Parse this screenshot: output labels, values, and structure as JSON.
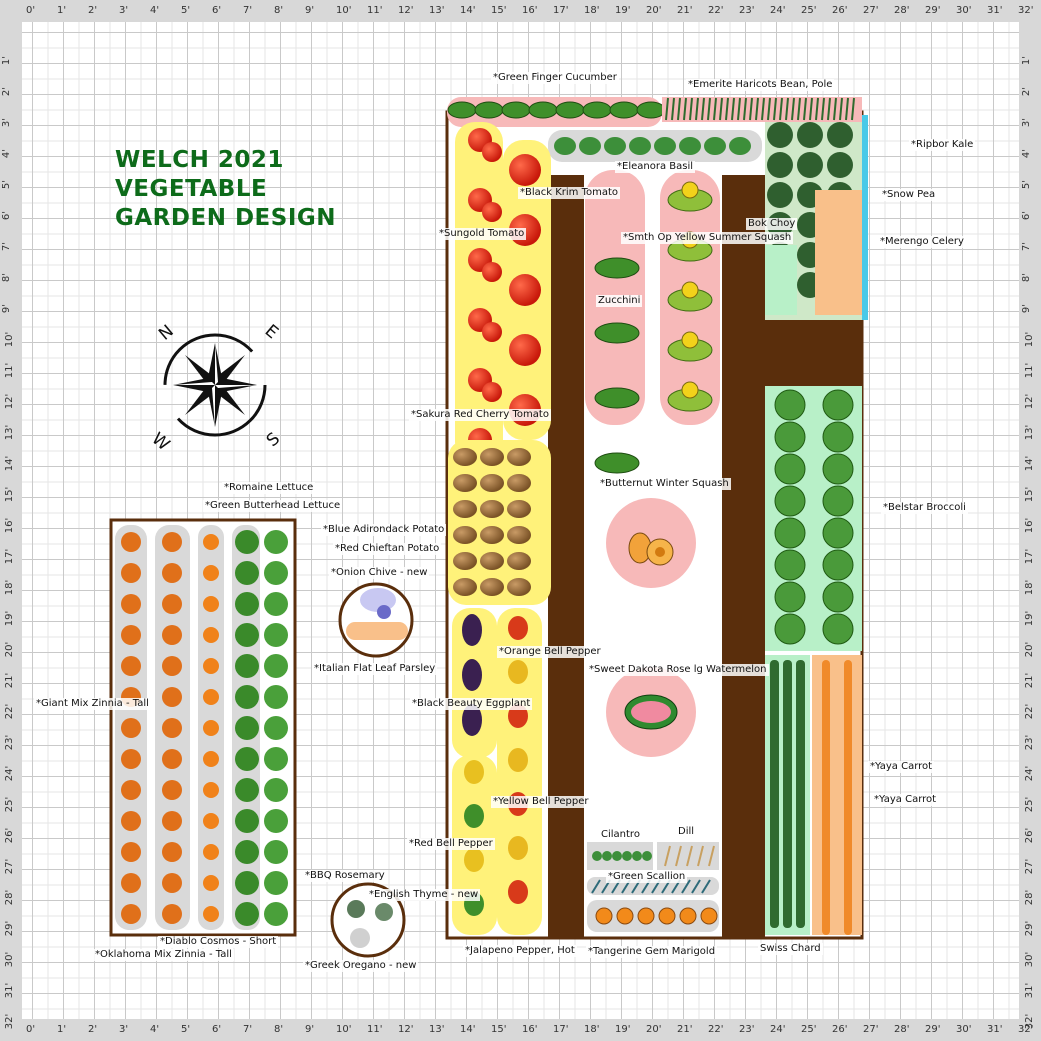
{
  "title": {
    "line1": "WELCH 2021",
    "line2": "VEGETABLE",
    "line3": "GARDEN DESIGN"
  },
  "ruler": {
    "columns": [
      "0'",
      "1'",
      "2'",
      "3'",
      "4'",
      "5'",
      "6'",
      "7'",
      "8'",
      "9'",
      "10'",
      "11'",
      "12'",
      "13'",
      "14'",
      "15'",
      "16'",
      "17'",
      "18'",
      "19'",
      "20'",
      "21'",
      "22'",
      "23'",
      "24'",
      "25'",
      "26'",
      "27'",
      "28'",
      "29'",
      "30'",
      "31'",
      "32'"
    ],
    "rows": [
      "1'",
      "2'",
      "3'",
      "4'",
      "5'",
      "6'",
      "7'",
      "8'",
      "9'",
      "10'",
      "11'",
      "12'",
      "13'",
      "14'",
      "15'",
      "16'",
      "17'",
      "18'",
      "19'",
      "20'",
      "21'",
      "22'",
      "23'",
      "24'",
      "25'",
      "26'",
      "27'",
      "28'",
      "29'",
      "30'",
      "31'",
      "32'"
    ]
  },
  "compass": {
    "n": "N",
    "e": "E",
    "s": "S",
    "w": "W"
  },
  "plants": {
    "green_finger_cucumber": "*Green Finger Cucumber",
    "emerite_bean": "*Emerite Haricots Bean, Pole",
    "ripbor_kale": "*Ripbor Kale",
    "eleanora_basil": "*Eleanora Basil",
    "snow_pea": "*Snow Pea",
    "black_krim_tomato": "*Black Krim Tomato",
    "sungold_tomato": "*Sungold Tomato",
    "bok_choy": "Bok Choy",
    "yellow_squash": "*Smth Op Yellow Summer Squash",
    "merengo_celery": "*Merengo Celery",
    "zucchini": "Zucchini",
    "sakura_tomato": "*Sakura Red Cherry Tomato",
    "butternut_squash": "*Butternut Winter Squash",
    "romaine_lettuce": "*Romaine Lettuce",
    "butterhead_lettuce": "*Green Butterhead Lettuce",
    "belstar_broccoli": "*Belstar Broccoli",
    "blue_potato": "*Blue Adirondack Potato",
    "red_potato": "*Red Chieftan Potato",
    "onion_chive": "*Onion Chive - new",
    "orange_pepper": "*Orange Bell Pepper",
    "parsley": "*Italian Flat Leaf Parsley",
    "watermelon": "*Sweet Dakota Rose lg Watermelon",
    "giant_zinnia": "*Giant Mix Zinnia - Tall",
    "eggplant": "*Black Beauty Eggplant",
    "yaya_carrot_1": "*Yaya Carrot",
    "yaya_carrot_2": "*Yaya Carrot",
    "yellow_pepper": "*Yellow Bell Pepper",
    "cilantro": "Cilantro",
    "dill": "Dill",
    "red_pepper": "*Red Bell Pepper",
    "green_scallion": "*Green Scallion",
    "bbq_rosemary": "*BBQ Rosemary",
    "english_thyme": "*English Thyme - new",
    "diablo_cosmos": "*Diablo Cosmos - Short",
    "oklahoma_zinnia": "*Oklahoma Mix Zinnia - Tall",
    "jalapeno": "*Jalapeno Pepper, Hot",
    "tangerine_marigold": "*Tangerine Gem Marigold",
    "swiss_chard": "Swiss Chard",
    "greek_oregano": "*Greek Oregano - new"
  },
  "colors": {
    "title_green": "#0d6b1a",
    "path_brown": "#5a2e0c",
    "tomato_bed": "#fff27a",
    "squash_bed": "#f7b9b9",
    "herb_bed": "#d9d9d9",
    "brassica_bed": "#b8f0c8",
    "carrot_bed": "#f9c08a"
  }
}
